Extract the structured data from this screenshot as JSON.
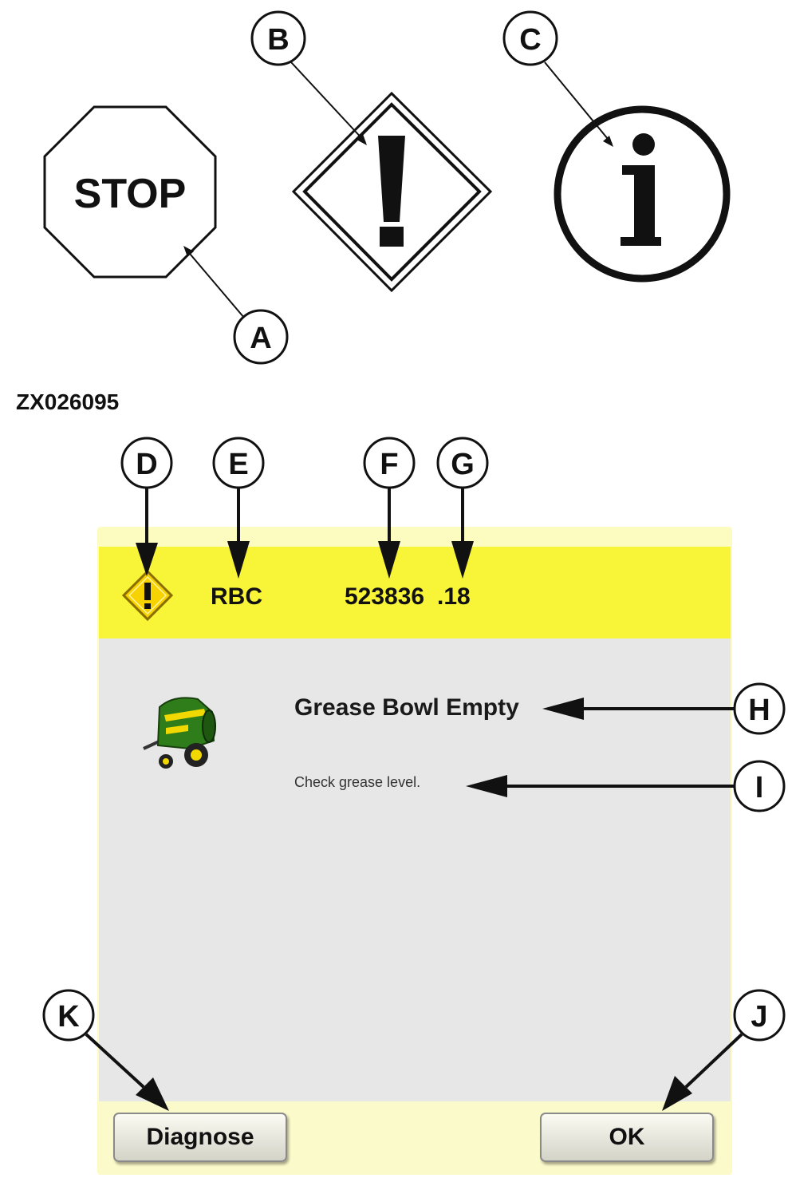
{
  "icons": {
    "stop_text": "STOP",
    "warning_icon": "warning-diamond-icon",
    "info_icon": "info-circle-icon"
  },
  "figure_code": "ZX026095",
  "callouts": {
    "A": "A",
    "B": "B",
    "C": "C",
    "D": "D",
    "E": "E",
    "F": "F",
    "G": "G",
    "H": "H",
    "I": "I",
    "J": "J",
    "K": "K"
  },
  "dialog": {
    "header": {
      "alarm_icon": "warning-diamond-icon",
      "source": "RBC",
      "spn": "523836",
      "fmi": ".18"
    },
    "body": {
      "machine_icon": "round-baler-icon",
      "title": "Grease Bowl Empty",
      "message": "Check grease level."
    },
    "footer": {
      "diagnose_label": "Diagnose",
      "ok_label": "OK"
    }
  },
  "colors": {
    "header_yellow": "#f8f437",
    "body_gray": "#e7e7e7",
    "footer_cream": "#fbfaca",
    "baler_green": "#2f7d1a",
    "baler_yellow": "#f0d800"
  }
}
